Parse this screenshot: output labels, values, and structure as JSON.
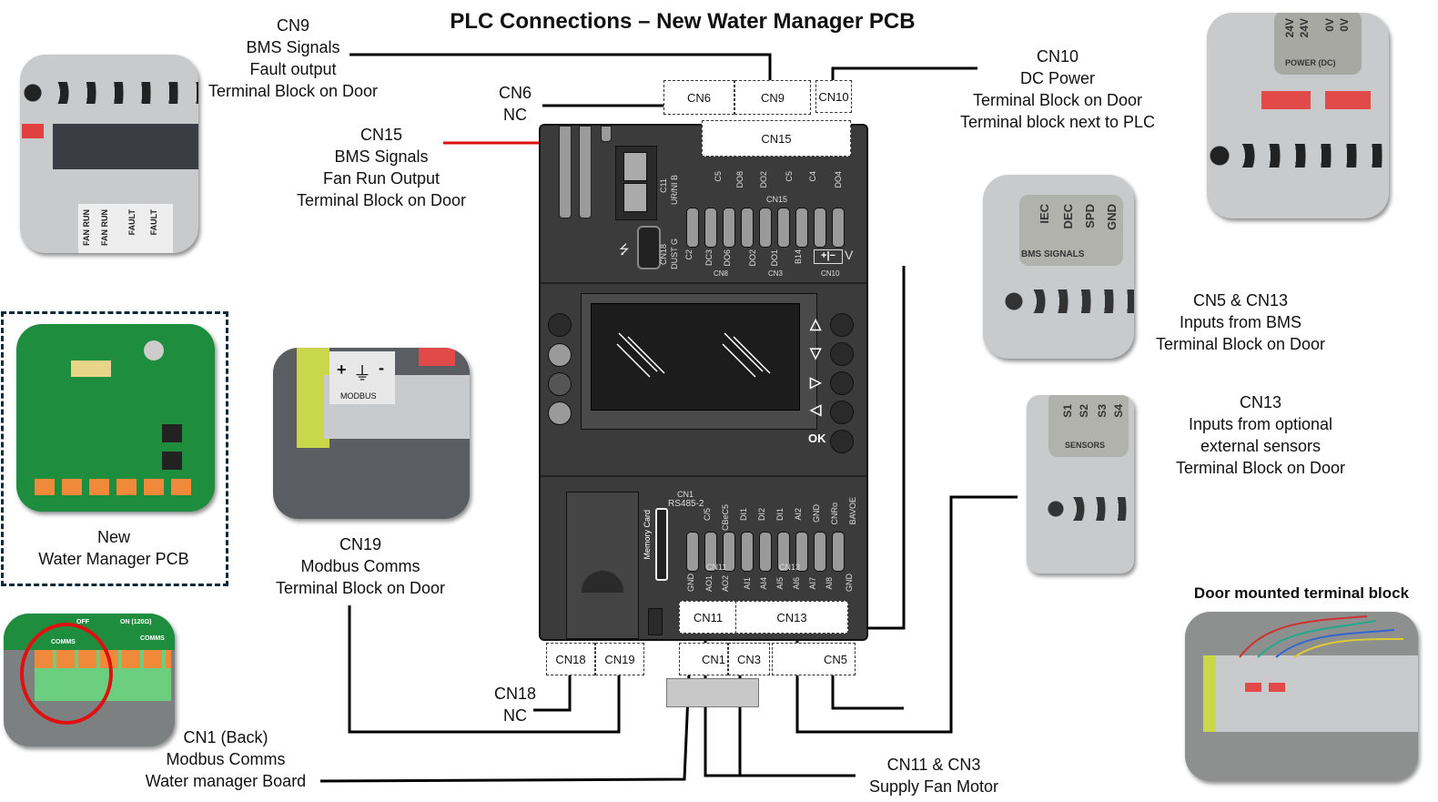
{
  "title": "PLC Connections – New Water Manager PCB",
  "callouts": {
    "cn9": [
      "CN9",
      "BMS Signals",
      "Fault output",
      "Terminal Block on Door"
    ],
    "cn15": [
      "CN15",
      "BMS Signals",
      "Fan Run Output",
      "Terminal Block on Door"
    ],
    "cn6": [
      "CN6",
      "NC"
    ],
    "cn10": [
      "CN10",
      "DC Power",
      "Terminal Block on Door",
      "Terminal block next to PLC"
    ],
    "cn5_cn13": [
      "CN5 & CN13",
      "Inputs from BMS",
      "Terminal Block on Door"
    ],
    "cn13": [
      "CN13",
      "Inputs from optional",
      "external sensors",
      "Terminal Block on Door"
    ],
    "pcb": [
      "New",
      "Water Manager PCB"
    ],
    "cn19": [
      "CN19",
      "Modbus Comms",
      "Terminal Block on Door"
    ],
    "cn18": [
      "CN18",
      "NC"
    ],
    "cn1": [
      "CN1 (Back)",
      "Modbus Comms",
      "Water manager Board"
    ],
    "cn11_cn3": [
      "CN11 & CN3",
      "Supply Fan Motor"
    ],
    "door_block": "Door mounted terminal block"
  },
  "connectors": {
    "top": [
      "CN6",
      "CN9",
      "CN10",
      "CN15"
    ],
    "bottom": [
      "CN18",
      "CN19",
      "CN11",
      "CN13",
      "CN1",
      "CN3",
      "CN5"
    ]
  },
  "plc": {
    "top_pins_upper": [
      "C5",
      "DO8",
      "DO2",
      "C5",
      "C4",
      "DO4"
    ],
    "top_group_upper": "CN15",
    "top_pins_lower": [
      "C2",
      "DC3",
      "DO6",
      "DO2",
      "DO1",
      "B14"
    ],
    "top_groups_lower": [
      "CN8",
      "CN3",
      "CN10"
    ],
    "side_labels_top": [
      "C11",
      "UR/NI B",
      "CN18",
      "DUST G"
    ],
    "bottom_pins_upper": [
      "CN1",
      "RS485-2",
      "C/5",
      "CBeC5",
      "DI1",
      "DI2",
      "DI1",
      "AI2",
      "GND",
      "CNRo",
      "BAVOE"
    ],
    "bottom_pins_lower": [
      "GND",
      "AO1",
      "AO2",
      "AI1",
      "AI4",
      "AI5",
      "AI6",
      "AI7",
      "AI8",
      "GND"
    ],
    "bottom_groups": [
      "CN11",
      "CN13"
    ],
    "memory_card": "Memory Card",
    "keypad": [
      "up",
      "down",
      "right",
      "left"
    ],
    "ok_label": "OK",
    "dc_label": "V"
  },
  "photo_labels": {
    "fan_fault": [
      "FAN RUN",
      "FAN RUN",
      "FAULT",
      "FAULT"
    ],
    "power": [
      "24V",
      "24V",
      "0V",
      "0V",
      "POWER (DC)"
    ],
    "bms": [
      "IEC",
      "DEC",
      "SPD",
      "GND",
      "BMS SIGNALS"
    ],
    "sensors": [
      "S1",
      "S2",
      "S3",
      "S4",
      "SENSORS"
    ],
    "modbus": [
      "+",
      "⏚",
      "-",
      "MODBUS"
    ],
    "comms": [
      "OFF",
      "ON (120Ω)",
      "COMMS",
      "COMMS"
    ]
  },
  "colors": {
    "cn15_wire": "#e01010",
    "pcb_frame": "#0d2a3a",
    "plc_body": "#3b3b3b"
  }
}
